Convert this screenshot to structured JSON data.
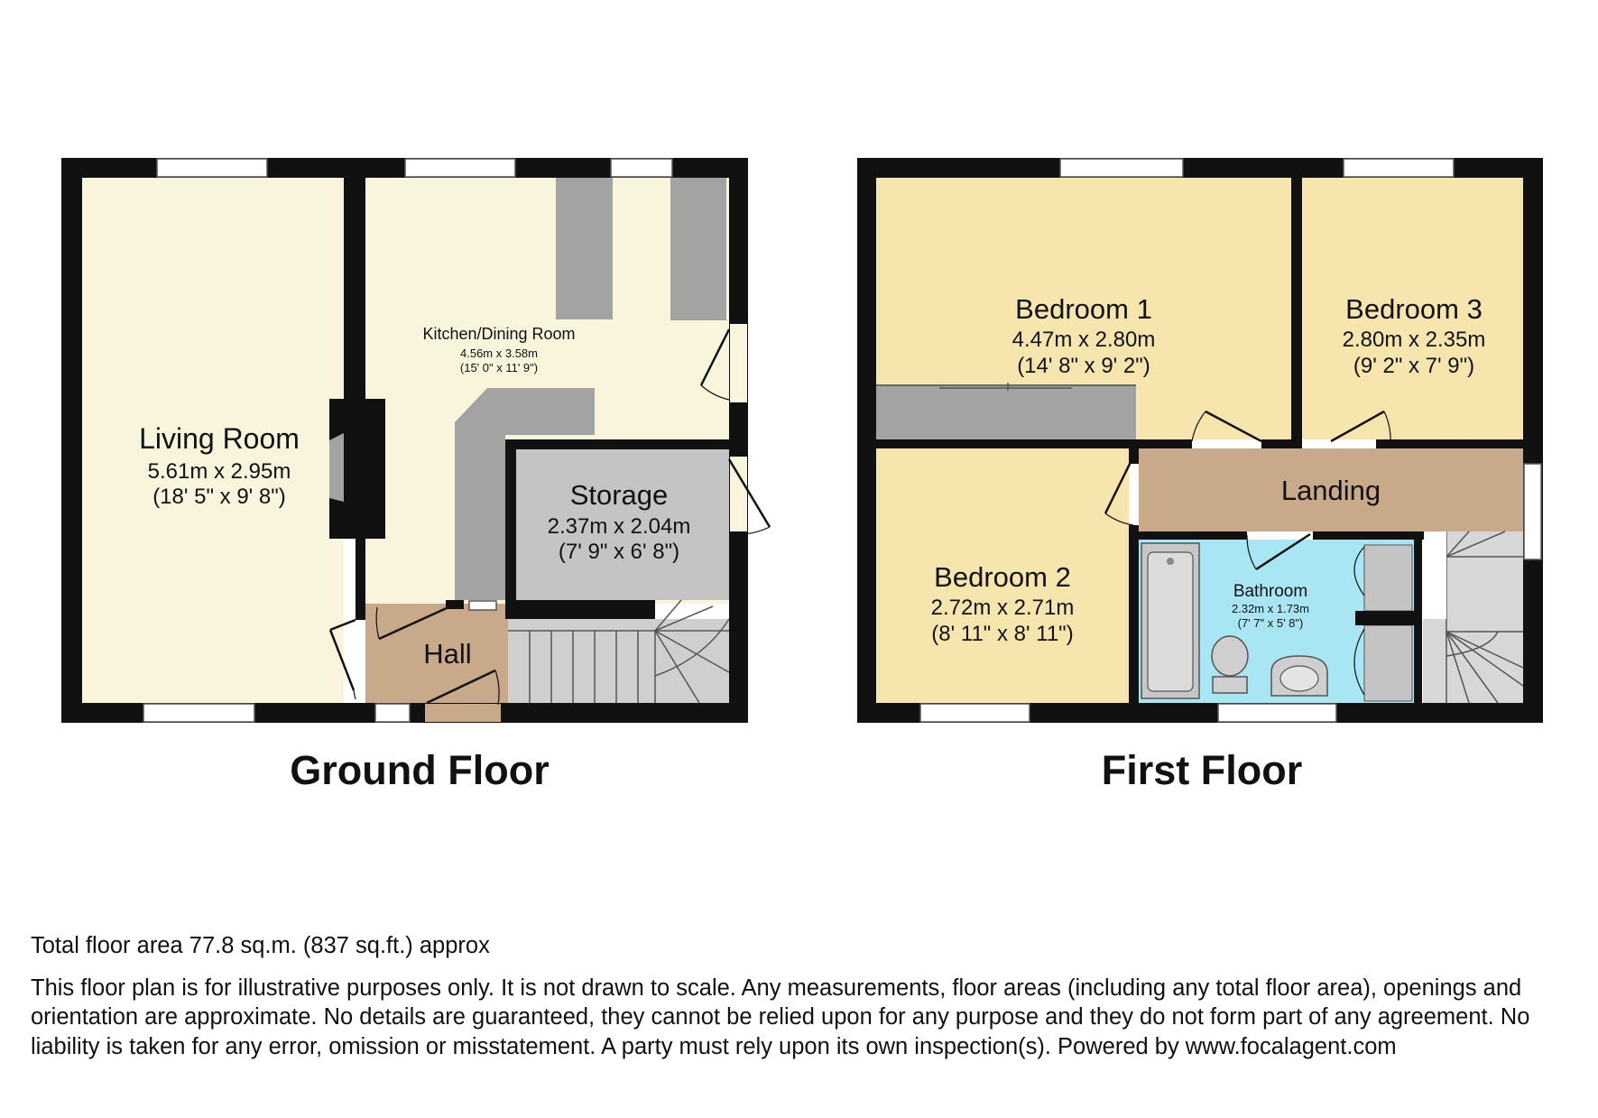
{
  "floors": [
    {
      "title": "Ground Floor",
      "rooms": [
        {
          "name": "Living Room",
          "metric": "5.61m x 2.95m",
          "imperial": "(18' 5\" x 9' 8\")"
        },
        {
          "name": "Kitchen/Dining Room",
          "metric": "4.56m x 3.58m",
          "imperial": "(15' 0\" x 11' 9\")"
        },
        {
          "name": "Storage",
          "metric": "2.37m x 2.04m",
          "imperial": "(7' 9\" x 6' 8\")"
        },
        {
          "name": "Hall"
        }
      ]
    },
    {
      "title": "First Floor",
      "rooms": [
        {
          "name": "Bedroom 1",
          "metric": "4.47m x 2.80m",
          "imperial": "(14' 8\" x 9' 2\")"
        },
        {
          "name": "Bedroom 3",
          "metric": "2.80m x 2.35m",
          "imperial": "(9' 2\" x 7' 9\")"
        },
        {
          "name": "Landing"
        },
        {
          "name": "Bedroom 2",
          "metric": "2.72m x 2.71m",
          "imperial": "(8' 11\" x 8' 11\")"
        },
        {
          "name": "Bathroom",
          "metric": "2.32m x 1.73m",
          "imperial": "(7' 7\" x 5' 8\")"
        }
      ]
    }
  ],
  "footer": {
    "total_area": "Total floor area 77.8 sq.m. (837 sq.ft.) approx",
    "disclaimer": "This floor plan is for illustrative purposes only. It is not drawn to scale. Any measurements, floor areas (including any total floor area), openings and orientation are approximate. No details are guaranteed, they cannot be relied upon for any purpose and they do not form part of any agreement. No liability is taken for any error, omission or misstatement. A party must rely upon its own inspection(s). Powered by www.focalagent.com"
  },
  "colors": {
    "wall": "#111111",
    "living_kitchen": "#f8f5dc",
    "bedroom": "#f6e6ad",
    "landing_hall": "#c8aa8a",
    "storage": "#c4c4c4",
    "bathroom": "#a9e6f4",
    "fixtures": "#a3a3a3"
  }
}
